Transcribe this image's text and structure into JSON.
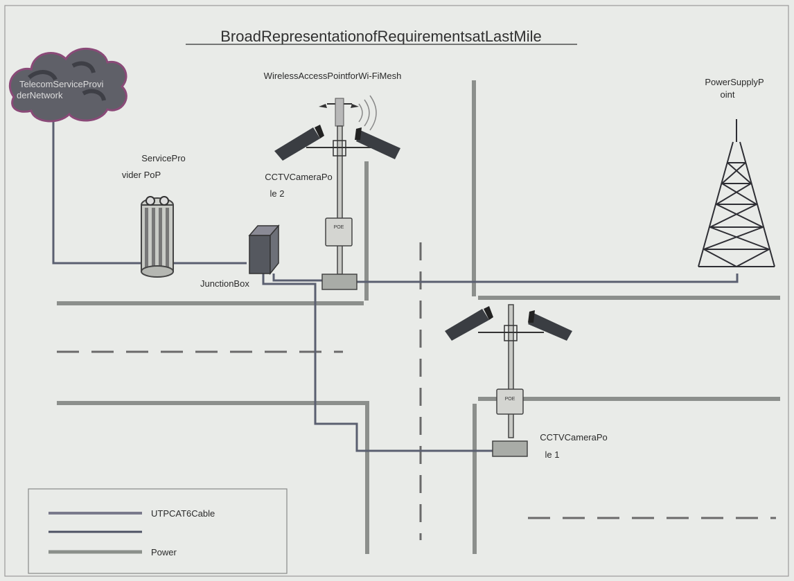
{
  "title": "BroadRepresentationofRequirementsatLastMile",
  "labels": {
    "telecom_line1": "TelecomServiceProvi",
    "telecom_line2": "derNetwork",
    "wifi": "WirelessAccessPointforWi-FiMesh",
    "power_point_line1": "PowerSupplyP",
    "power_point_line2": "oint",
    "provider_pop_line1": "ServicePro",
    "provider_pop_line2": "vider PoP",
    "pole2_line1": "CCTVCameraPo",
    "pole2_line2": "le 2",
    "junction": "JunctionBox",
    "pole1_line1": "CCTVCameraPo",
    "pole1_line2": "le 1",
    "poe": "POE"
  },
  "legend": {
    "items": [
      {
        "label": "UTPCAT6Cable",
        "color": "#7a7a8c"
      },
      {
        "label": "",
        "color": "#4d5263"
      },
      {
        "label": "Power",
        "color": "#8a8f8a"
      }
    ]
  },
  "colors": {
    "cable": "#5a5f70",
    "road": "#8c8f8c",
    "background": "#e9ebe8"
  }
}
